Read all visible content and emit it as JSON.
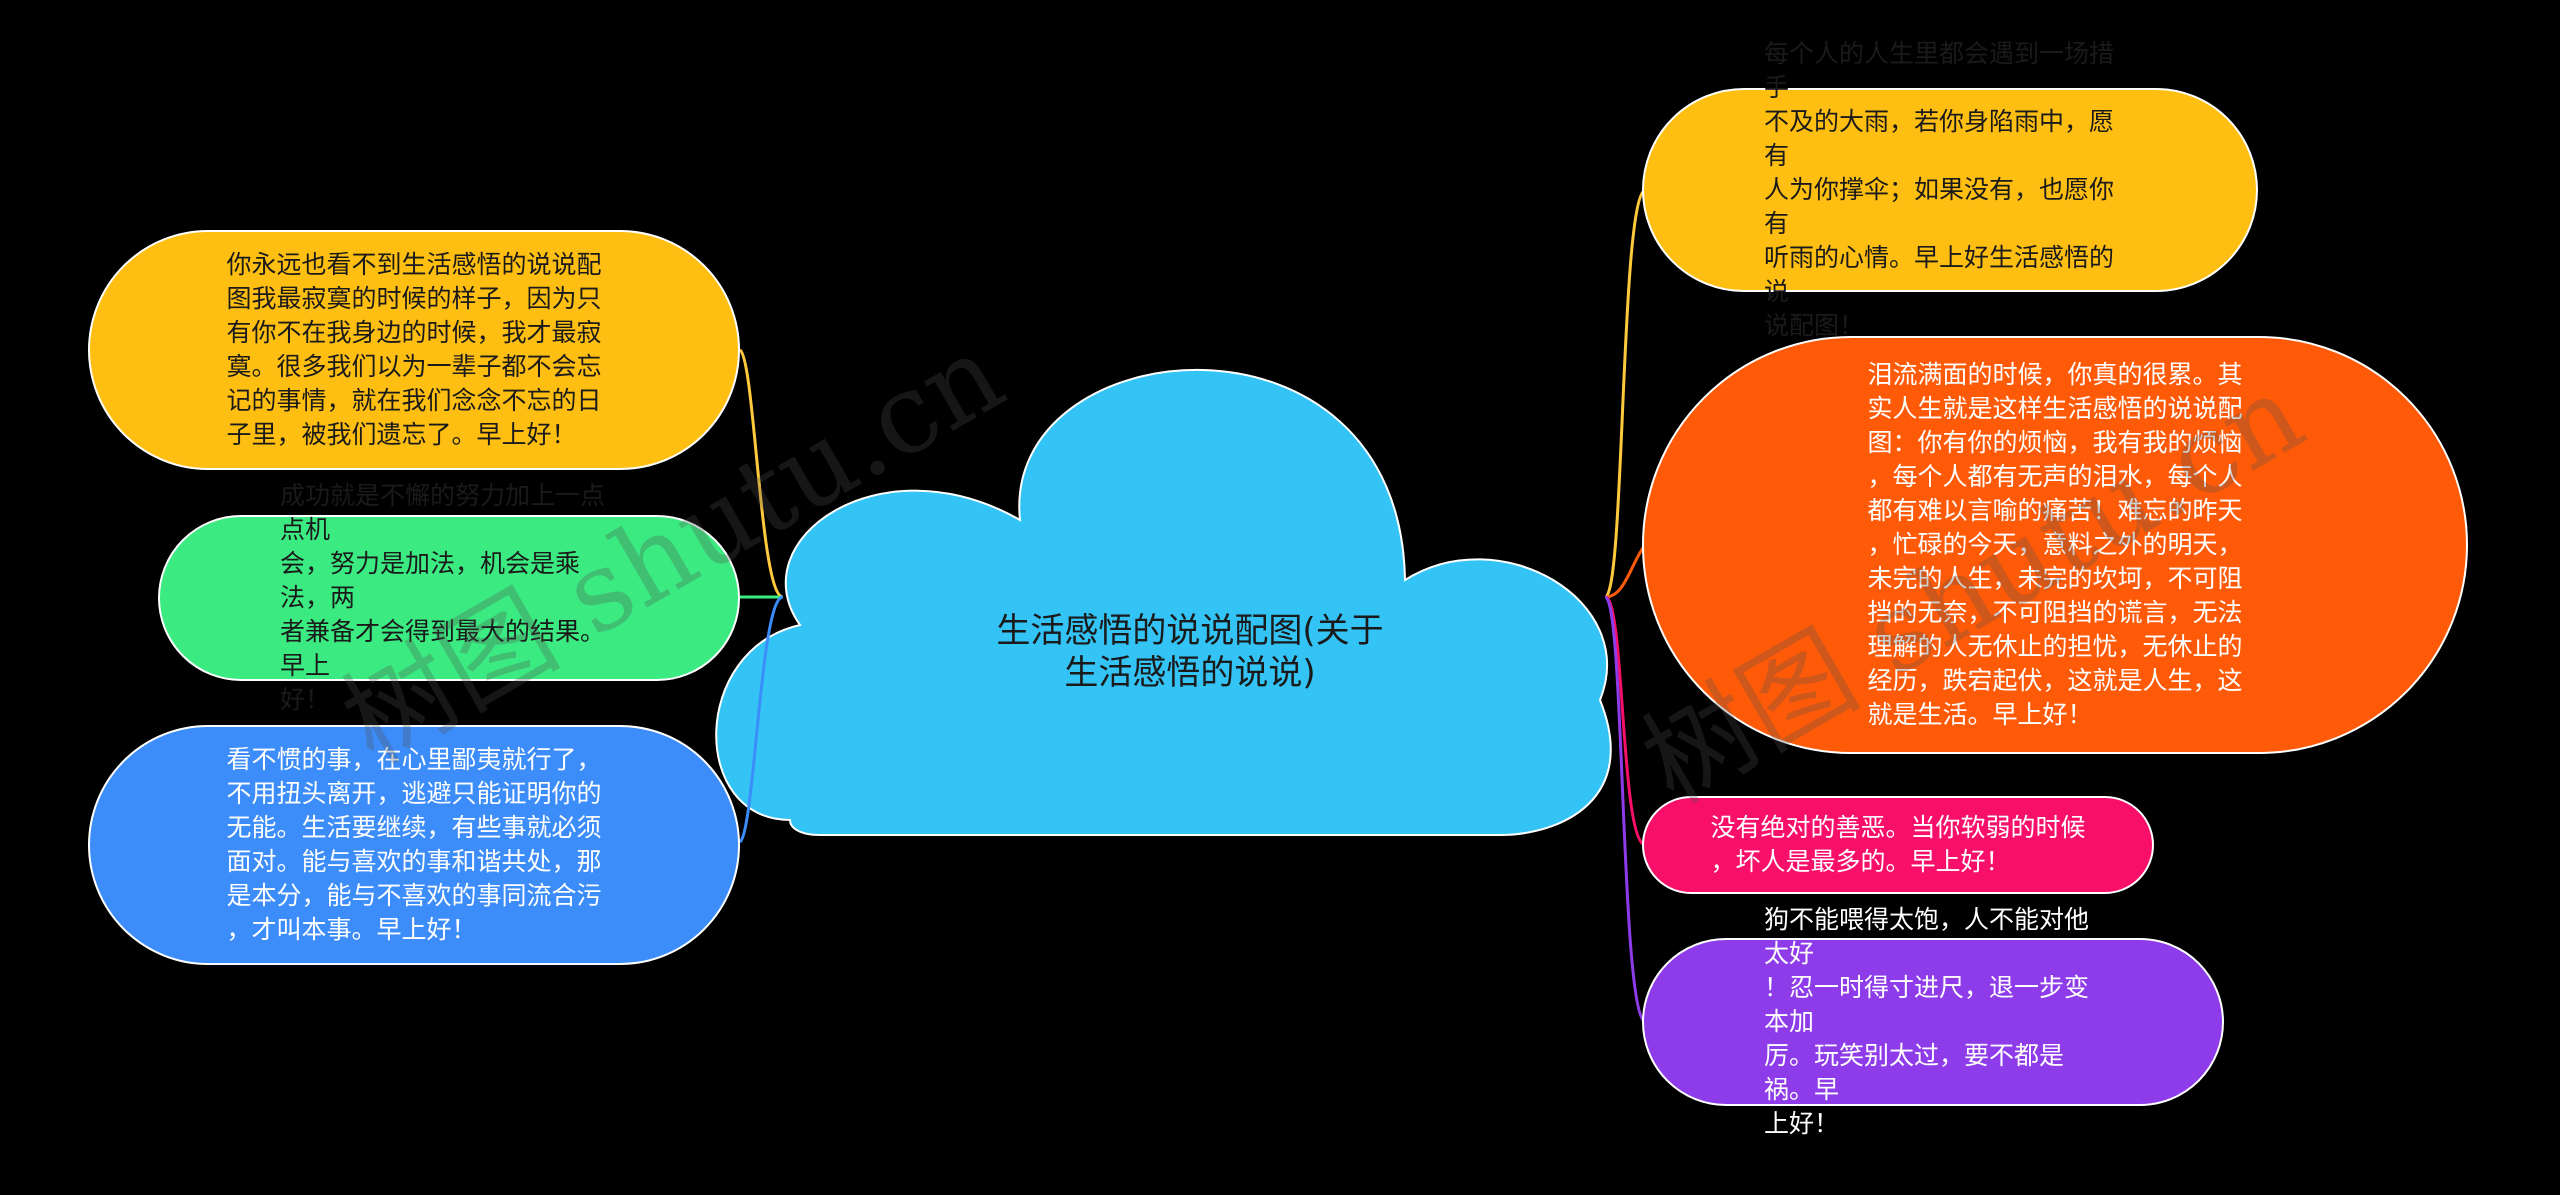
{
  "center": {
    "title": "生活感悟的说说配图(关于\n生活感悟的说说)",
    "color": "#33C3F5"
  },
  "watermark": {
    "left": "树图 shutu.cn",
    "right": "树图 shutu.cn"
  },
  "left_nodes": [
    {
      "text": "你永远也看不到生活感悟的说说配\n图我最寂寞的时候的样子，因为只\n有你不在我身边的时候，我才最寂\n寞。很多我们以为一辈子都不会忘\n记的事情，就在我们念念不忘的日\n子里，被我们遗忘了。早上好！",
      "color": "#FFBF12",
      "link_color": "#FFC93C"
    },
    {
      "text": "成功就是不懈的努力加上一点点机\n会，努力是加法，机会是乘法，两\n者兼备才会得到最大的结果。早上\n好！",
      "color": "#3BEB82",
      "link_color": "#3BEB82"
    },
    {
      "text": "看不惯的事，在心里鄙夷就行了，\n不用扭头离开，逃避只能证明你的\n无能。生活要继续，有些事就必须\n面对。能与喜欢的事和谐共处，那\n是本分，能与不喜欢的事同流合污\n，才叫本事。早上好！",
      "color": "#3C8DFA",
      "link_color": "#3C8DFA"
    }
  ],
  "right_nodes": [
    {
      "text": "每个人的人生里都会遇到一场措手\n不及的大雨，若你身陷雨中，愿有\n人为你撑伞；如果没有，也愿你有\n听雨的心情。早上好生活感悟的说\n说配图！",
      "color": "#FFBF12",
      "link_color": "#FFC93C"
    },
    {
      "text": "泪流满面的时候，你真的很累。其\n实人生就是这样生活感悟的说说配\n图：你有你的烦恼，我有我的烦恼\n，每个人都有无声的泪水，每个人\n都有难以言喻的痛苦！难忘的昨天\n，忙碌的今天，意料之外的明天，\n未完的人生，未完的坎坷，不可阻\n挡的无奈，不可阻挡的谎言，无法\n理解的人无休止的担忧，无休止的\n经历，跌宕起伏，这就是人生，这\n就是生活。早上好！",
      "color": "#FF5A08",
      "link_color": "#FF5A08"
    },
    {
      "text": "没有绝对的善恶。当你软弱的时候\n，坏人是最多的。早上好！",
      "color": "#F70F6A",
      "link_color": "#F70F6A"
    },
    {
      "text": "狗不能喂得太饱，人不能对他太好\n！忍一时得寸进尺，退一步变本加\n厉。玩笑别太过，要不都是祸。早\n上好！",
      "color": "#8E3CE9",
      "link_color": "#8E3CE9"
    }
  ]
}
